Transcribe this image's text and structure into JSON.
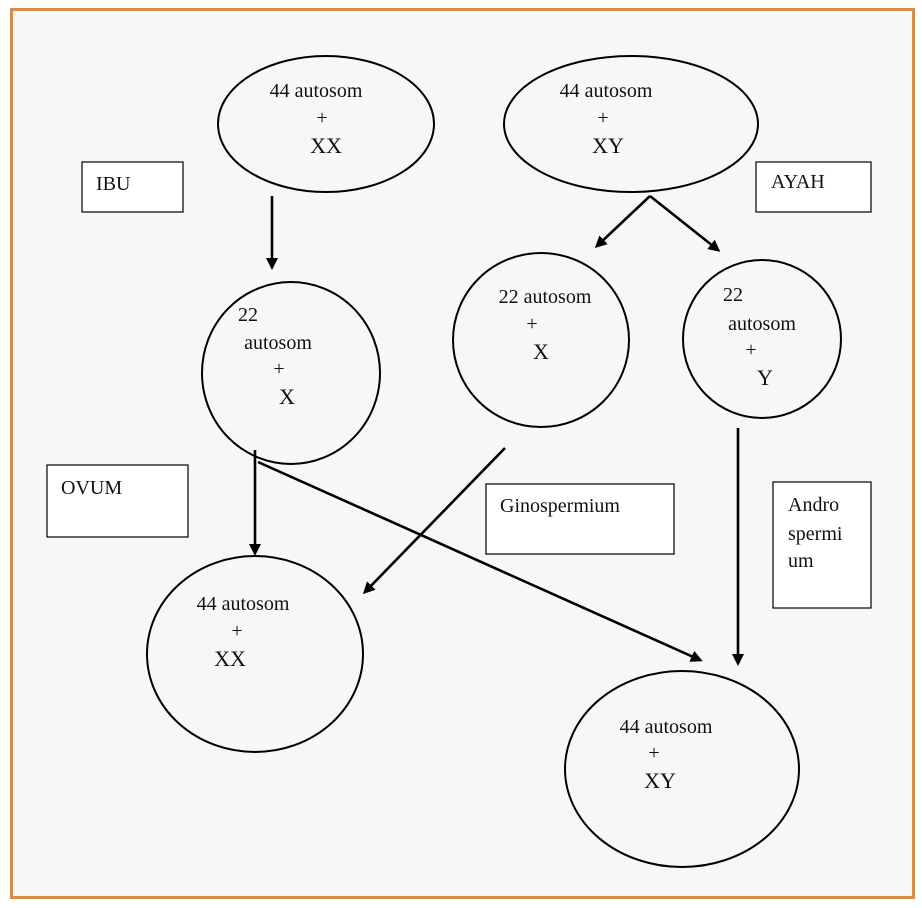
{
  "labels": {
    "ibu": "IBU",
    "ayah": "AYAH",
    "ovum": "OVUM",
    "ginospermium": "Ginospermium",
    "androspermium_line1": "Andro",
    "androspermium_line2": "spermi",
    "androspermium_line3": "um"
  },
  "nodes": {
    "mother": {
      "line1": "44 autosom",
      "line2": "+",
      "line3": "XX"
    },
    "father": {
      "line1": "44 autosom",
      "line2": "+",
      "line3": "XY"
    },
    "ovum_cell": {
      "line1": "22",
      "line2": "autosom",
      "line3": "+",
      "line4": "X"
    },
    "sperm_x": {
      "line1": "22 autosom",
      "line2": "+",
      "line3": "X"
    },
    "sperm_y": {
      "line1": "22",
      "line2": "autosom",
      "line3": "+",
      "line4": "Y"
    },
    "child_female": {
      "line1": "44 autosom",
      "line2": "+",
      "line3": "XX"
    },
    "child_male": {
      "line1": "44 autosom",
      "line2": "+",
      "line3": "XY"
    }
  },
  "colors": {
    "frame_border": "#d98c4a",
    "stroke": "#000000"
  }
}
